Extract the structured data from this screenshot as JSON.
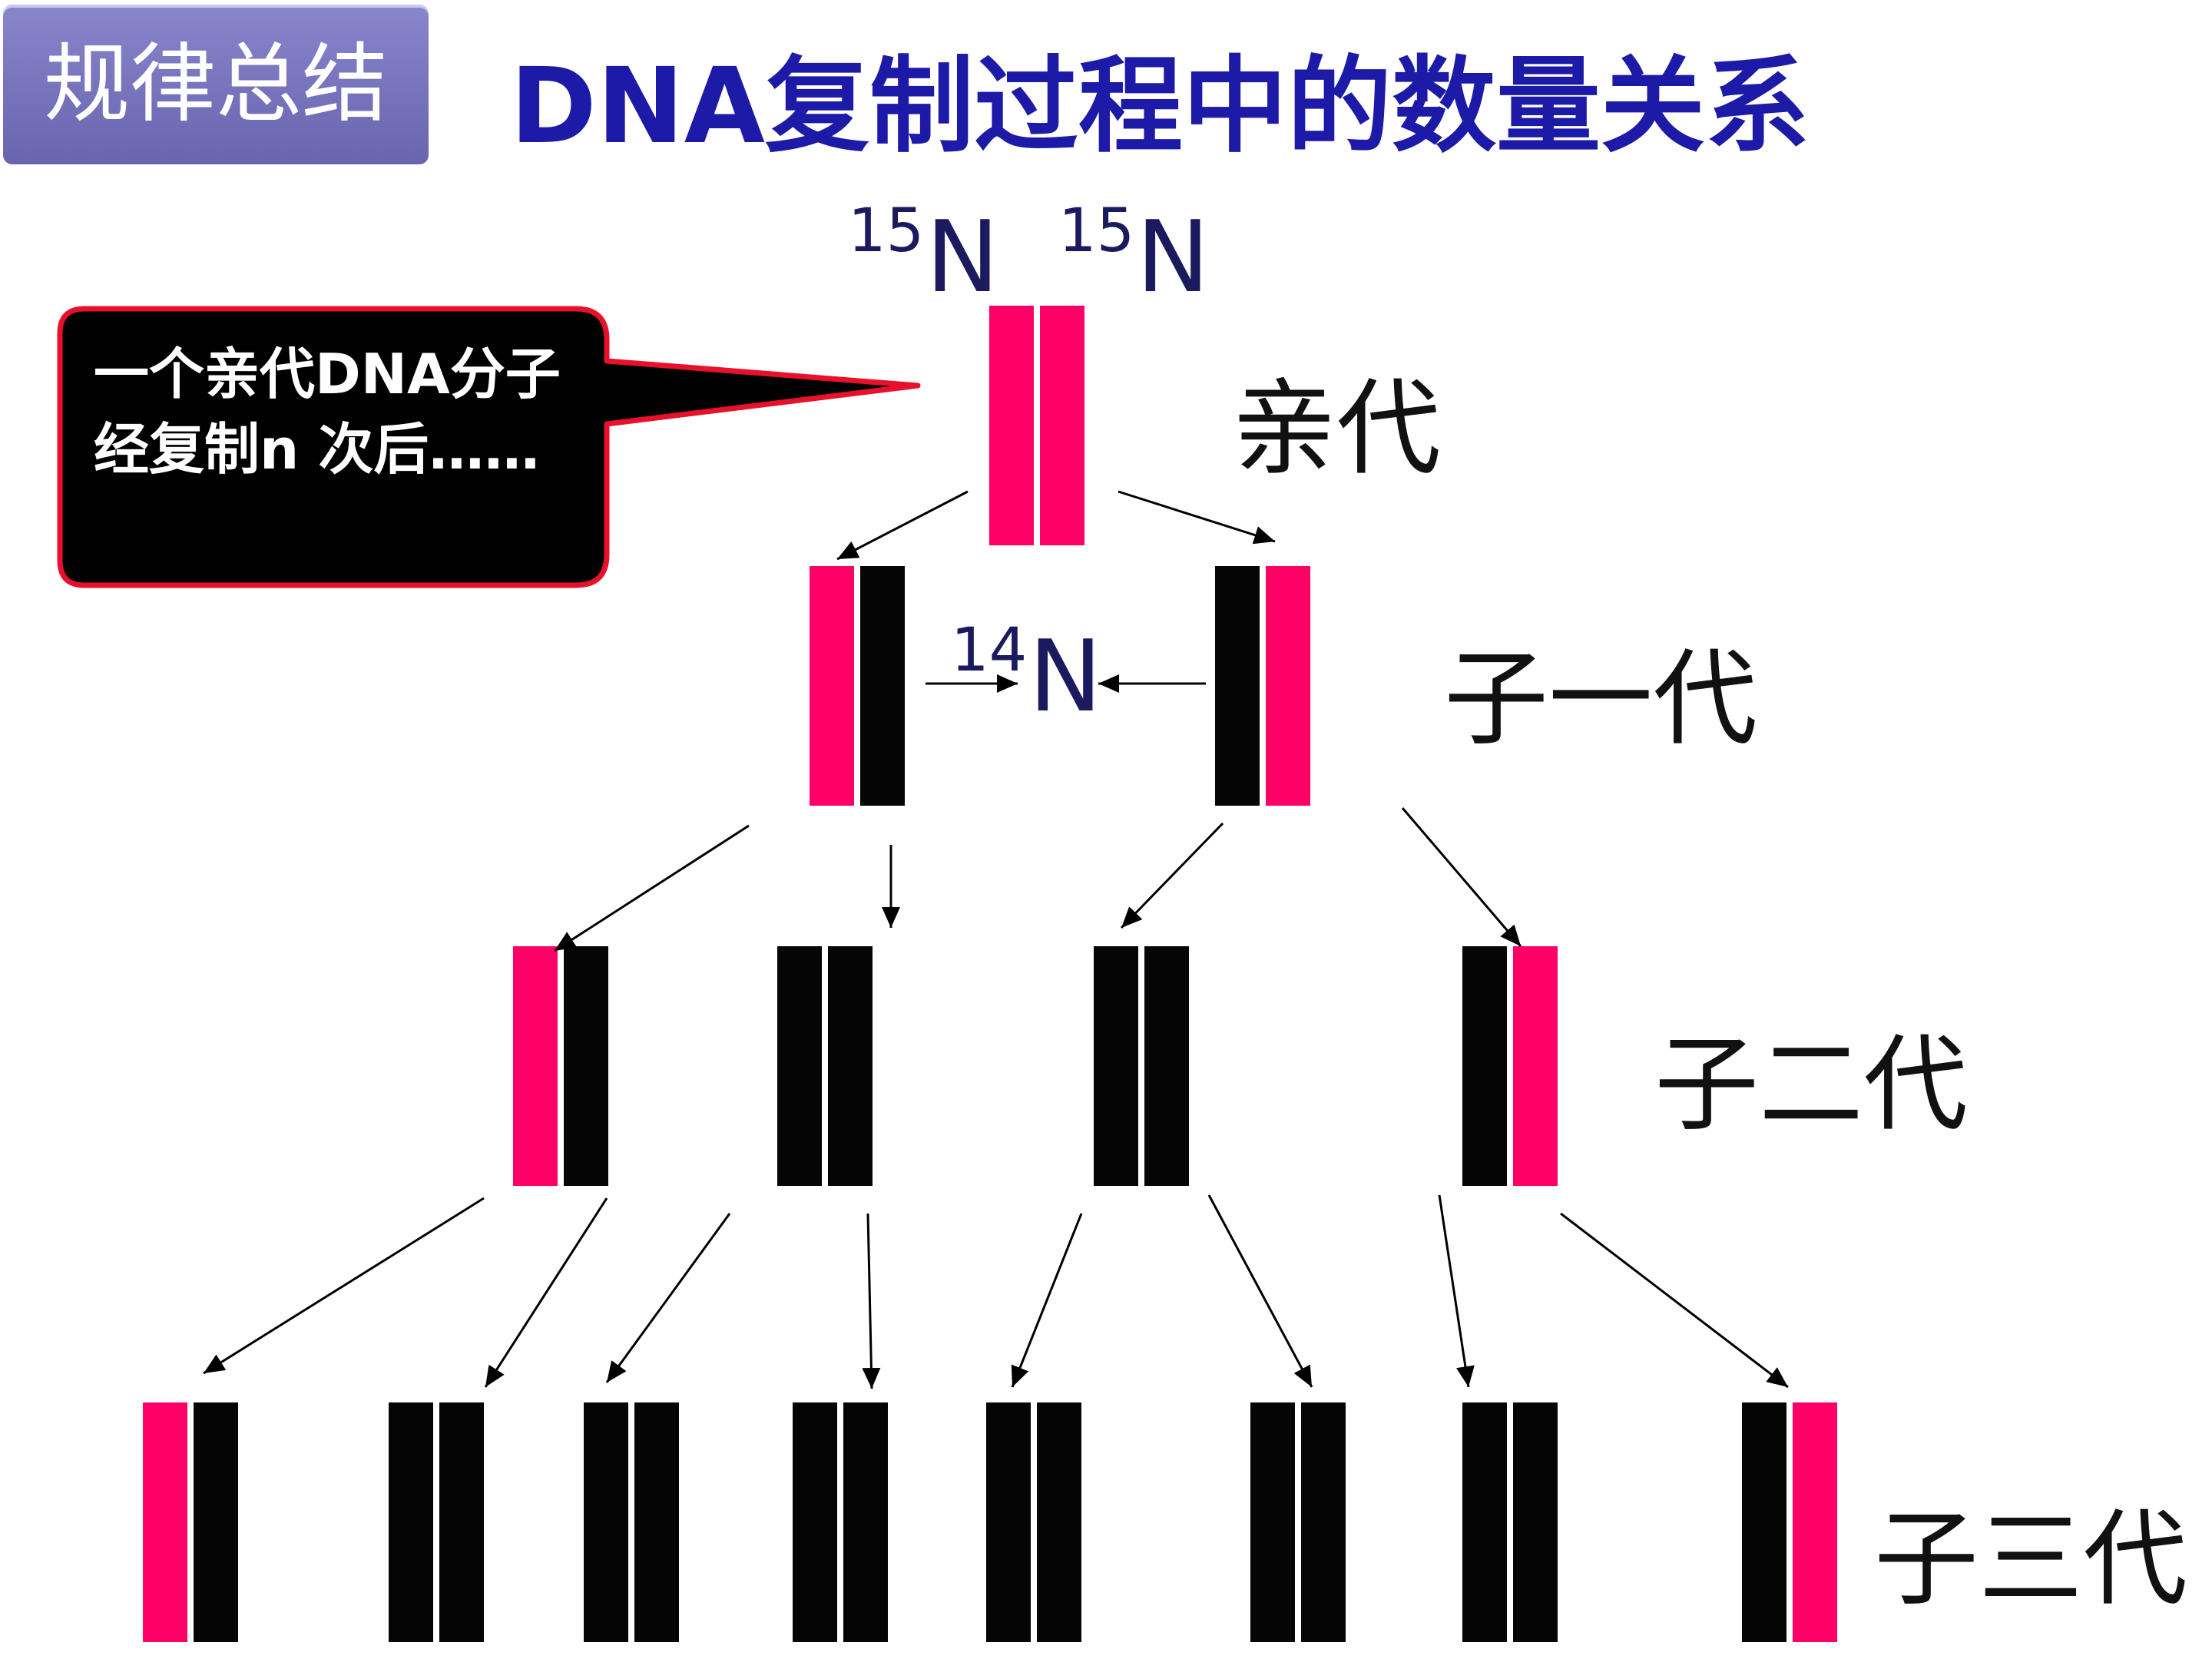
{
  "header": {
    "tag": "规律总结",
    "title": "DNA复制过程中的数量关系"
  },
  "callout": "一个亲代DNA分子经复制n 次后……",
  "isotopes": {
    "parent_left": {
      "mass": "15",
      "symbol": "N"
    },
    "parent_right": {
      "mass": "15",
      "symbol": "N"
    },
    "new_strand": {
      "mass": "14",
      "symbol": "N"
    }
  },
  "generations": [
    {
      "label": "亲代",
      "molecules": [
        [
          "red",
          "red"
        ]
      ]
    },
    {
      "label": "子一代",
      "molecules": [
        [
          "red",
          "black"
        ],
        [
          "black",
          "red"
        ]
      ]
    },
    {
      "label": "子二代",
      "molecules": [
        [
          "red",
          "black"
        ],
        [
          "black",
          "black"
        ],
        [
          "black",
          "black"
        ],
        [
          "black",
          "red"
        ]
      ]
    },
    {
      "label": "子三代",
      "molecules": [
        [
          "red",
          "black"
        ],
        [
          "black",
          "black"
        ],
        [
          "black",
          "black"
        ],
        [
          "black",
          "black"
        ],
        [
          "black",
          "black"
        ],
        [
          "black",
          "black"
        ],
        [
          "black",
          "black"
        ],
        [
          "black",
          "red"
        ]
      ]
    }
  ],
  "colors": {
    "red": "#ff0066",
    "black": "#050505",
    "title": "#1d1aa8",
    "tag": "#7b77c2",
    "callout_border": "#e8102a"
  }
}
